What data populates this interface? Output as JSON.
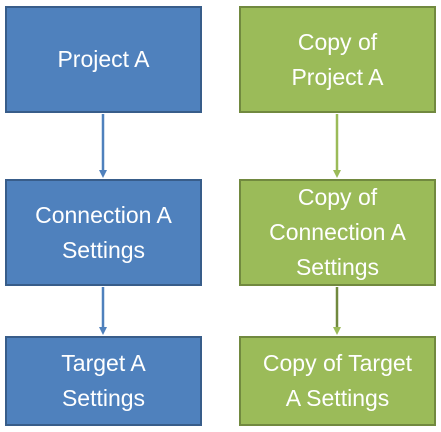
{
  "diagram": {
    "original_column": {
      "project": "Project A",
      "connection": "Connection A\nSettings",
      "target": "Target A\nSettings"
    },
    "copy_column": {
      "project": "Copy of\nProject A",
      "connection": "Copy of\nConnection A\nSettings",
      "target": "Copy of Target\nA Settings"
    },
    "colors": {
      "blue_fill": "#4f81bd",
      "blue_border": "#385d8a",
      "green_fill": "#9bbb59",
      "green_border": "#71893f"
    }
  }
}
